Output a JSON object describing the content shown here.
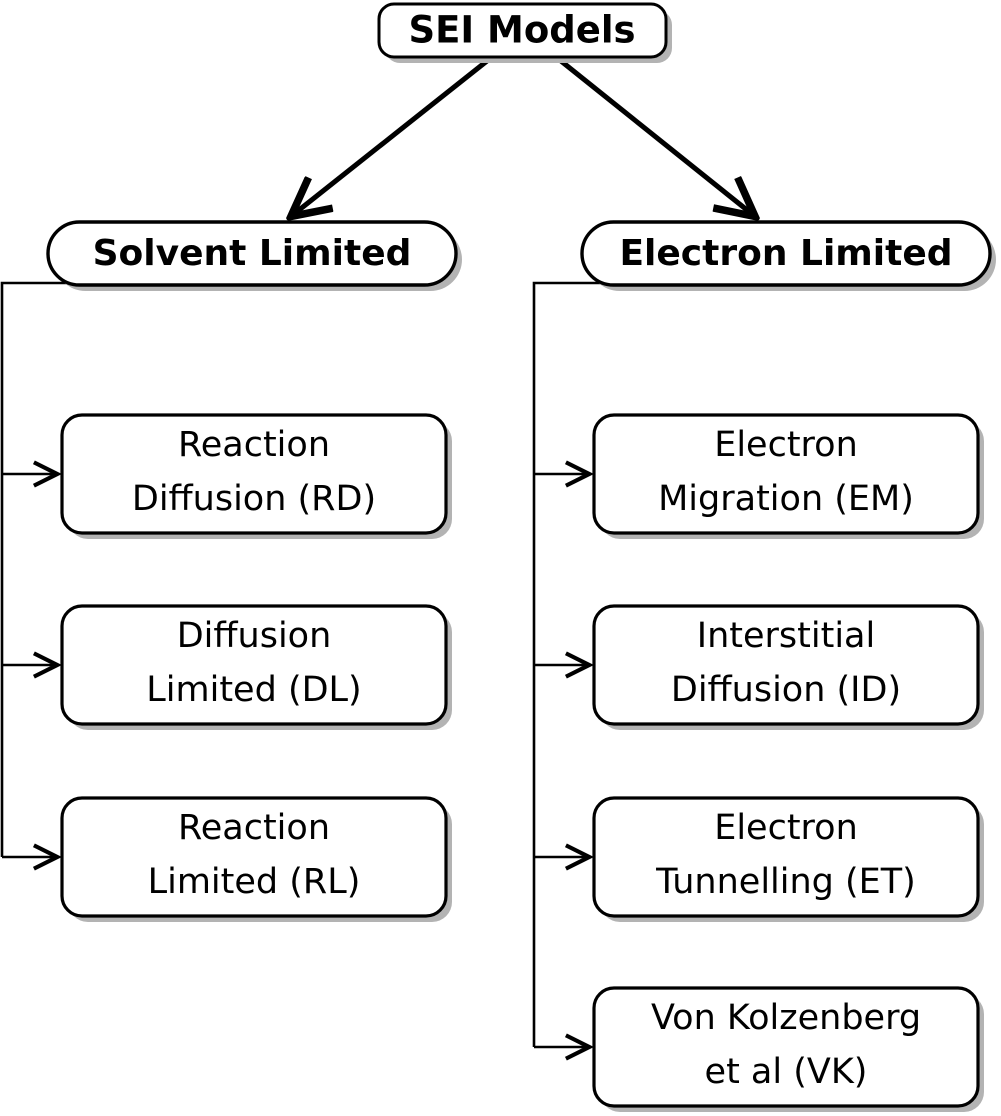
{
  "diagram": {
    "title": "SEI Models",
    "type": "hierarchy-tree",
    "background_color": "#ffffff",
    "line_color": "#000000",
    "box_fill_color": "#ffffff",
    "shadow_color": "#b3b3b3",
    "root": {
      "label": "SEI Models"
    },
    "branches": [
      {
        "label": "Solvent Limited",
        "children": [
          {
            "line1": "Reaction",
            "line2": "Diffusion (RD)",
            "abbreviation": "RD"
          },
          {
            "line1": "Diffusion",
            "line2": "Limited (DL)",
            "abbreviation": "DL"
          },
          {
            "line1": "Reaction",
            "line2": "Limited (RL)",
            "abbreviation": "RL"
          }
        ]
      },
      {
        "label": "Electron Limited",
        "children": [
          {
            "line1": "Electron",
            "line2": "Migration (EM)",
            "abbreviation": "EM"
          },
          {
            "line1": "Interstitial",
            "line2": "Diffusion (ID)",
            "abbreviation": "ID"
          },
          {
            "line1": "Electron",
            "line2": "Tunnelling (ET)",
            "abbreviation": "ET"
          },
          {
            "line1": "Von Kolzenberg",
            "line2": "et al (VK)",
            "abbreviation": "VK"
          }
        ]
      }
    ]
  }
}
